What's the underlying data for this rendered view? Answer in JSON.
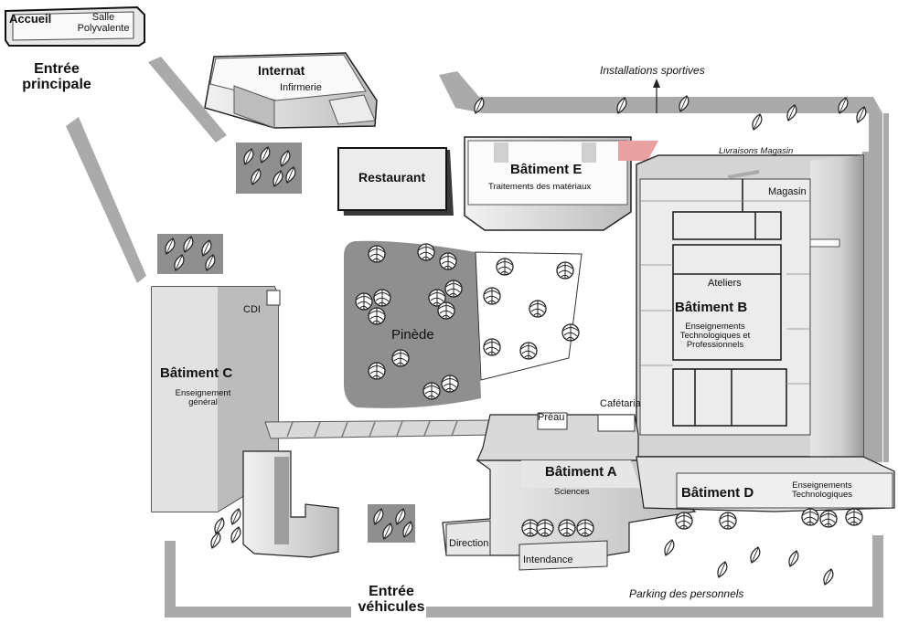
{
  "entrances": {
    "main": [
      "Entrée",
      "principale"
    ],
    "vehicles": [
      "Entrée",
      "véhicules"
    ]
  },
  "accueil": {
    "title": "Accueil",
    "sub": [
      "Salle",
      "Polyvalente"
    ]
  },
  "internat": {
    "title": "Internat",
    "sub": "Infirmerie"
  },
  "restaurant": "Restaurant",
  "batiment_e": {
    "title": "Bâtiment E",
    "sub": "Traitements des matériaux"
  },
  "batiment_b": {
    "title": "Bâtiment B",
    "ateliers": "Ateliers",
    "magasin": "Magasin",
    "sub": [
      "Enseignements",
      "Technologiques et",
      "Professionnels"
    ]
  },
  "livraisons": "Livraisons Magasin",
  "installations": "Installations sportives",
  "pinede": "Pinède",
  "batiment_c": {
    "title": "Bâtiment C",
    "cdi": "CDI",
    "sub": [
      "Enseignement",
      "général"
    ]
  },
  "batiment_a": {
    "title": "Bâtiment A",
    "sub": "Sciences",
    "preau": "Préau",
    "cafeteria": "Cafétaria",
    "direction": "Direction",
    "intendance": "Intendance"
  },
  "batiment_d": {
    "title": "Bâtiment D",
    "sub": [
      "Enseignements",
      "Technologiques"
    ]
  },
  "parking": "Parking des personnels",
  "colors": {
    "wall": "#d9d9d9",
    "wall_dark": "#8c8c8c",
    "path": "#aaaaaa",
    "grove": "#8f8f8f",
    "accent": "#e8a0a0"
  }
}
